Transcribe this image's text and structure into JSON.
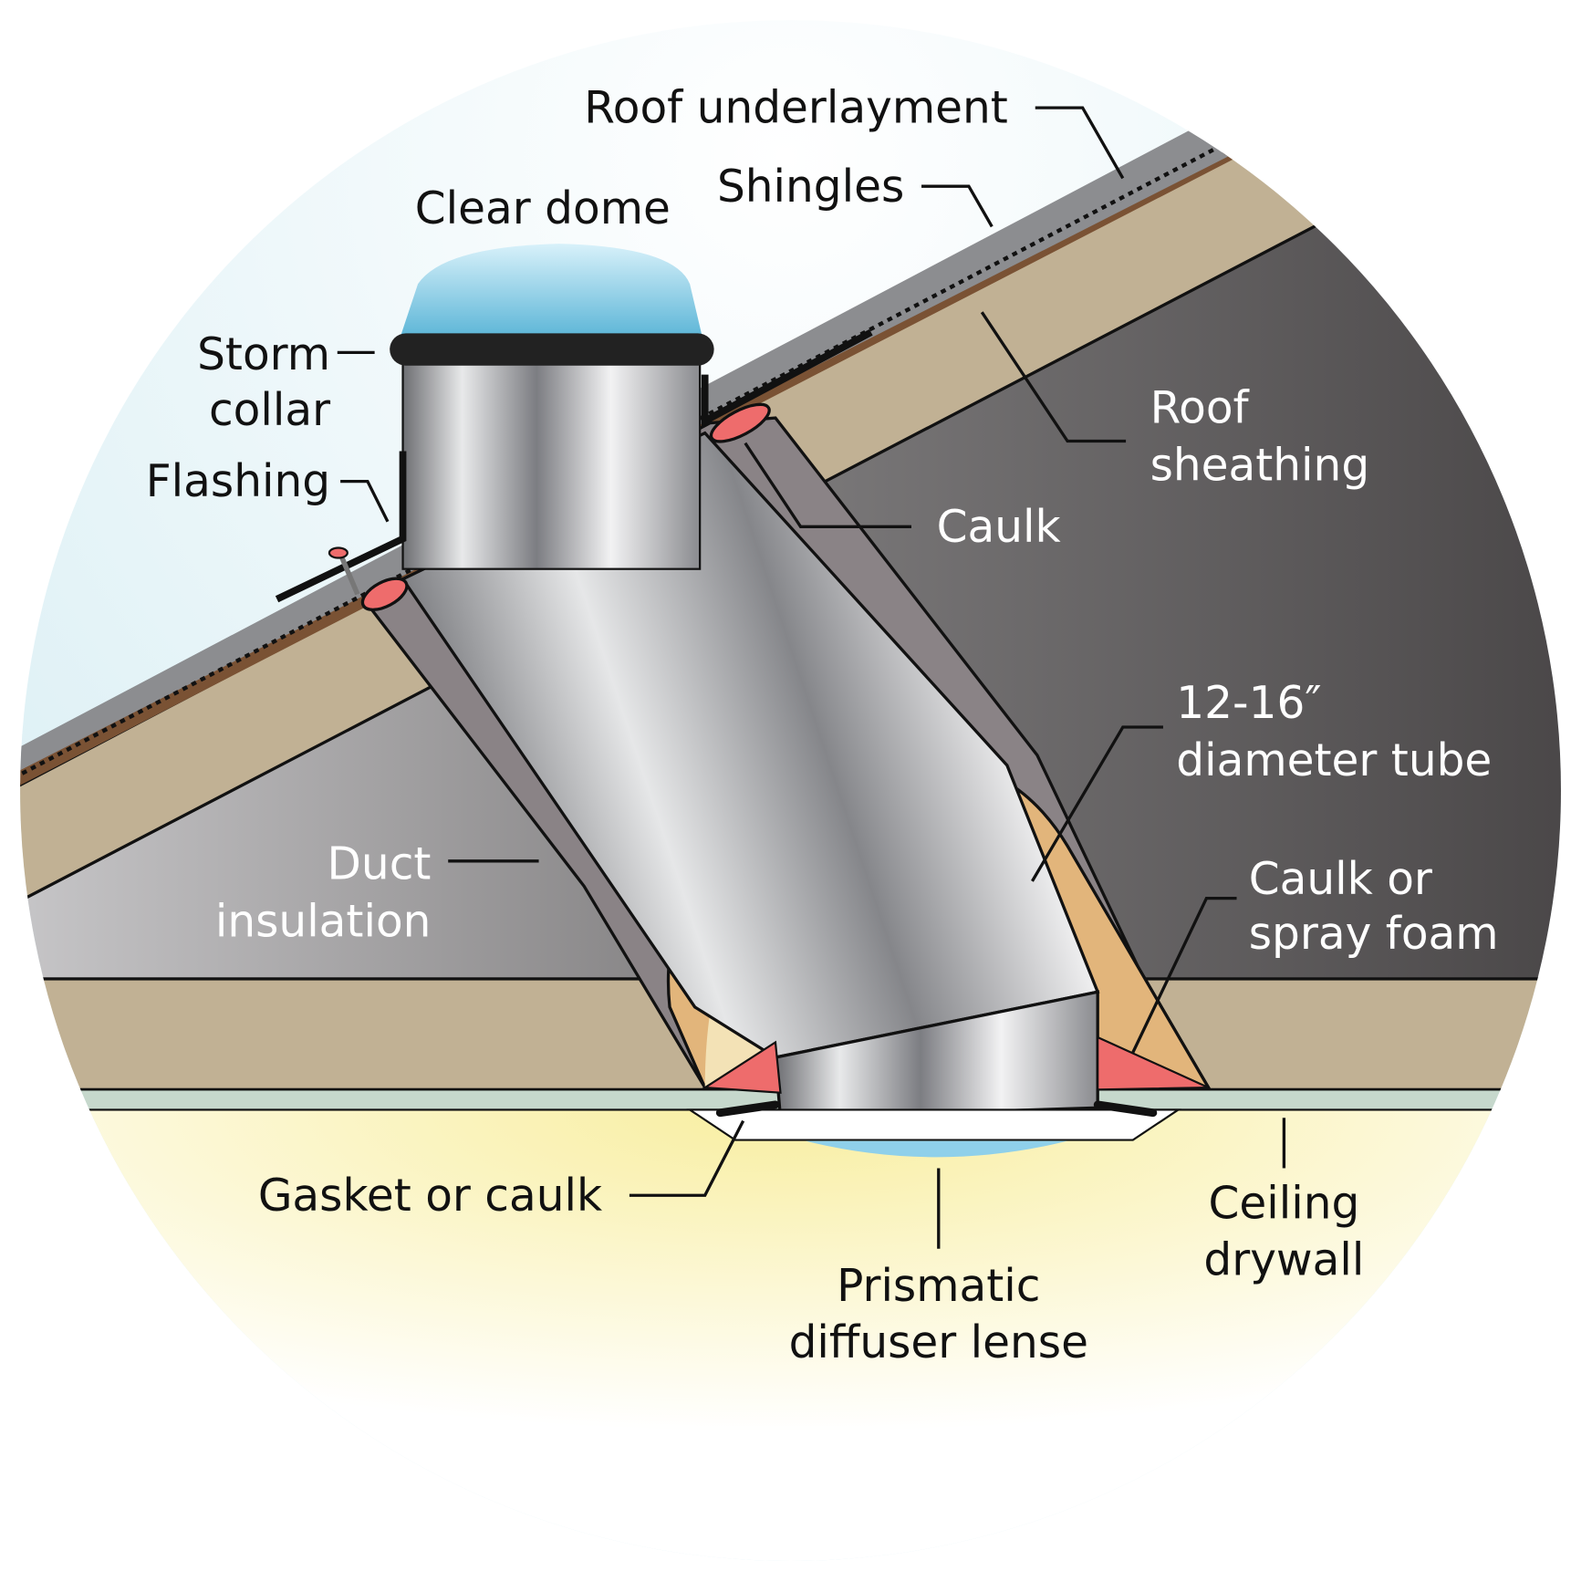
{
  "labels": {
    "roof_underlayment": "Roof underlayment",
    "shingles": "Shingles",
    "clear_dome": "Clear dome",
    "storm_collar_1": "Storm",
    "storm_collar_2": "collar",
    "flashing": "Flashing",
    "roof_sheathing_1": "Roof",
    "roof_sheathing_2": "sheathing",
    "caulk": "Caulk",
    "tube_1": "12-16″",
    "tube_2": "diameter tube",
    "duct_insulation_1": "Duct",
    "duct_insulation_2": "insulation",
    "caulk_foam_1": "Caulk or",
    "caulk_foam_2": "spray foam",
    "gasket": "Gasket or caulk",
    "diffuser_1": "Prismatic",
    "diffuser_2": "diffuser lense",
    "drywall_1": "Ceiling",
    "drywall_2": "drywall"
  },
  "colors": {
    "sky": "#dff1f6",
    "attic": "#5a5758",
    "sheathing": "#c1b194",
    "shingles": "#8c8d90",
    "underlayment": "#7a5234",
    "insulation": "#e2b57b",
    "caulk": "#ee6c6c",
    "drywall": "#c6d8cc",
    "light": "#fbf3c4"
  }
}
